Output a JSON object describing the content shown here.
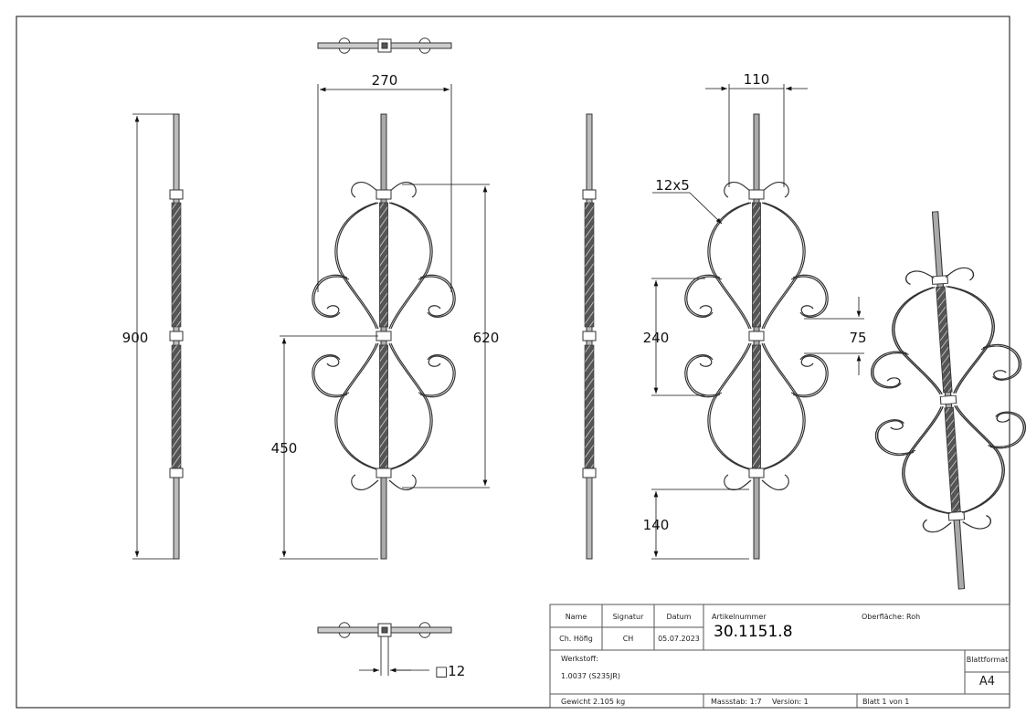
{
  "dimensions": {
    "overall_height": "900",
    "width": "270",
    "scroll_height": "620",
    "lower_height": "450",
    "top_width": "110",
    "bar_profile": "12x5",
    "scroll_span": "240",
    "scroll_gap": "75",
    "bottom_offset": "140",
    "square_section": "□12"
  },
  "title_block": {
    "name_label": "Name",
    "signature_label": "Signatur",
    "date_label": "Datum",
    "name": "Ch. Höfig",
    "signature": "CH",
    "date": "05.07.2023",
    "article_label": "Artikelnummer",
    "article_number": "30.1151.8",
    "surface_label": "Oberfläche:",
    "surface": "Roh",
    "material_label": "Werkstoff:",
    "material": "1.0037 (S235JR)",
    "format_label": "Blattformat",
    "format": "A4",
    "weight": "Gewicht 2.105 kg",
    "scale": "Massstab: 1:7",
    "version": "Version: 1",
    "sheet": "Blatt 1 von 1"
  }
}
